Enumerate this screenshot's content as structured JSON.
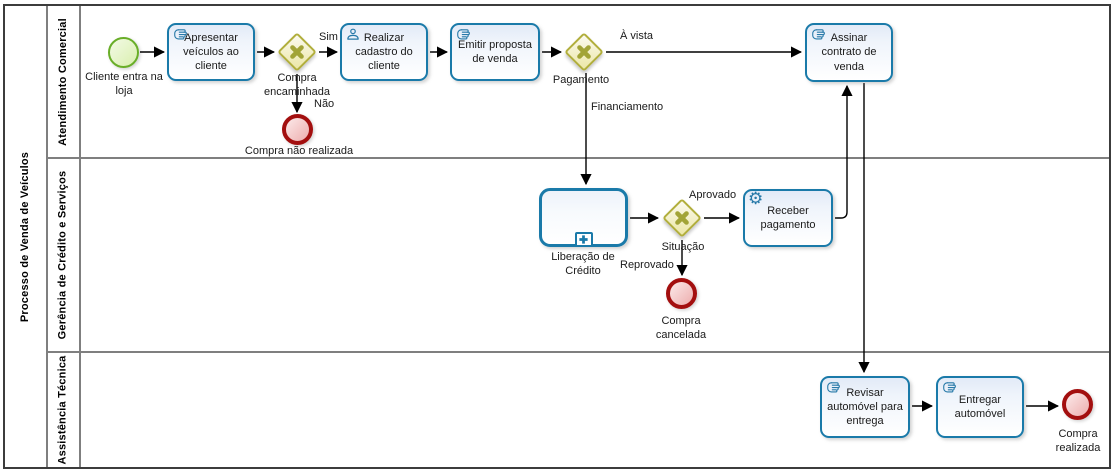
{
  "pool": {
    "title": "Processo de Venda de Veículos",
    "lanes": [
      "Atendimento Comercial",
      "Gerência de Crédito e Serviços",
      "Assistência Técnica"
    ]
  },
  "nodes": {
    "start": {
      "label": "Cliente entra na loja",
      "type": "start-event"
    },
    "apresentar": {
      "label": "Apresentar veículos ao cliente",
      "type": "manual-task"
    },
    "g_compra": {
      "label": "Compra encaminhada",
      "type": "exclusive-gateway"
    },
    "end_nao": {
      "label": "Compra não realizada",
      "type": "end-event"
    },
    "cadastro": {
      "label": "Realizar cadastro do cliente",
      "type": "user-task"
    },
    "proposta": {
      "label": "Emitir proposta de venda",
      "type": "manual-task"
    },
    "g_pagamento": {
      "label": "Pagamento",
      "type": "exclusive-gateway"
    },
    "assinar": {
      "label": "Assinar contrato de venda",
      "type": "manual-task"
    },
    "liberacao": {
      "label": "Liberação de Crédito",
      "type": "collapsed-subprocess"
    },
    "g_situacao": {
      "label": "Situação",
      "type": "exclusive-gateway"
    },
    "receber": {
      "label": "Receber pagamento",
      "type": "service-task"
    },
    "end_cancelada": {
      "label": "Compra cancelada",
      "type": "end-event"
    },
    "revisar": {
      "label": "Revisar automóvel para entrega",
      "type": "manual-task"
    },
    "entregar": {
      "label": "Entregar automóvel",
      "type": "manual-task"
    },
    "end_realizada": {
      "label": "Compra realizada",
      "type": "end-event"
    }
  },
  "flow_labels": {
    "sim": "Sim",
    "nao": "Não",
    "a_vista": "À vista",
    "financiamento": "Financiamento",
    "aprovado": "Aprovado",
    "reprovado": "Reprovado"
  },
  "icons": {
    "manual": "hand-icon",
    "user": "person-icon",
    "service": "gear-icon",
    "subprocess": "plus-icon",
    "gateway_marker": "x-marker-icon"
  },
  "colors": {
    "task_border": "#1a7aa9",
    "icon_blue": "#2779a8",
    "gateway_border": "#b1ae3b",
    "gateway_marker": "#a2a437",
    "start_border": "#69ae28",
    "end_border": "#a30f0f",
    "lane_line": "#7f7f7f",
    "pool_border": "#3c3c3c",
    "flow_line": "#000000"
  }
}
